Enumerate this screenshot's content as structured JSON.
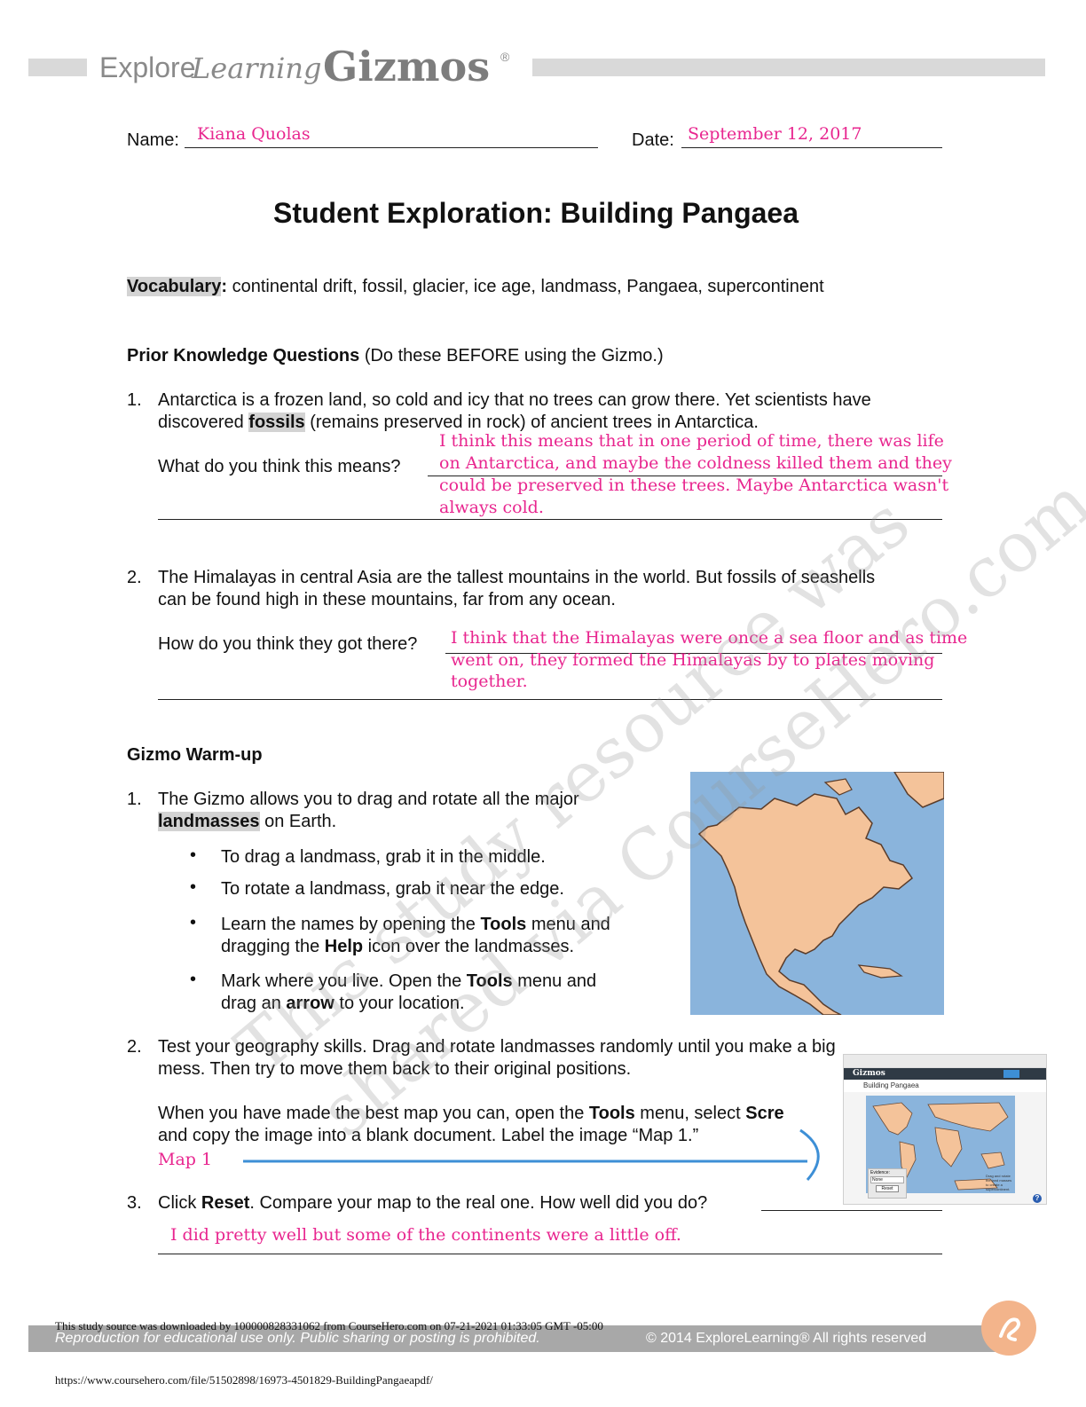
{
  "header": {
    "brand_prefix": "Explore",
    "brand_learning": "Learning",
    "brand_product": "Gizmos",
    "registered": "®"
  },
  "form": {
    "name_label": "Name:",
    "name_value": "Kiana Quolas",
    "date_label": "Date:",
    "date_value": "September 12, 2017"
  },
  "title": "Student Exploration: Building Pangaea",
  "vocabulary": {
    "label": "Vocabulary",
    "colon": ":",
    "terms": " continental drift, fossil, glacier, ice age, landmass, Pangaea, supercontinent"
  },
  "prior": {
    "heading": "Prior Knowledge Questions",
    "note": " (Do these BEFORE using the Gizmo.)",
    "q1": {
      "num": "1.",
      "text_a": "Antarctica is a frozen land, so cold and icy that no trees can grow there. Yet scientists have",
      "text_b1": "discovered ",
      "text_b_bold": "fossils",
      "text_b2": " (remains preserved in rock) of ancient trees in Antarctica.",
      "prompt": "What do you think this means?",
      "answer": [
        "I think this means that in one period of time, there was life",
        "on Antarctica, and maybe the coldness killed them and they",
        "could be preserved in these trees. Maybe Antarctica wasn't",
        "always cold."
      ]
    },
    "q2": {
      "num": "2.",
      "text_a": "The Himalayas in central Asia are the tallest mountains in the world. But fossils of seashells",
      "text_b": "can be found high in these mountains, far from any ocean.",
      "prompt": "How do you think they got there?",
      "answer": [
        "I think that the Himalayas were once a sea floor and as time",
        "went on, they formed the Himalayas by to plates moving",
        "together."
      ]
    }
  },
  "warmup": {
    "heading": "Gizmo Warm-up",
    "q1": {
      "num": "1.",
      "text_a": "The Gizmo allows you to drag and rotate all the major",
      "text_b_bold": "landmasses",
      "text_b2": " on Earth.",
      "bullets": [
        {
          "a": "To drag a landmass, grab it in the middle."
        },
        {
          "a": "To rotate a landmass, grab it near the edge."
        },
        {
          "a": "Learn the names by opening the ",
          "b": "Tools",
          "c": " menu and",
          "d": "dragging the ",
          "e": "Help",
          "f": " icon over the landmasses."
        },
        {
          "a": "Mark where you live. Open the ",
          "b": "Tools",
          "c": " menu and",
          "d": "drag an ",
          "e": "arrow",
          "f": " to your location."
        }
      ],
      "bullet_glyph": "•"
    },
    "q2": {
      "num": "2.",
      "text_a": "Test your geography skills. Drag and rotate landmasses randomly until you make a big",
      "text_b": "mess. Then try to move them back to their original positions.",
      "text_c1": "When you have made the best map you can, open the ",
      "text_c_bold": "Tools",
      "text_c2": " menu, select ",
      "text_c_bold2": "Scre",
      "text_d": "and copy the image into a blank document. Label the image “Map 1.”",
      "map_label": "Map 1"
    },
    "q3": {
      "num": "3.",
      "text_a1": "Click ",
      "text_a_bold": "Reset",
      "text_a2": ". Compare your map to the real one. How well did you do?",
      "answer": "I did pretty well but some of the continents were a little off."
    }
  },
  "screenshot": {
    "app_name": "Gizmos",
    "page_title": "Building Pangaea",
    "evidence_label": "Evidence:",
    "evidence_value": "None",
    "reset_label": "Reset",
    "hint": "Drag and rotate the land masses to create a supercontinent."
  },
  "watermark": {
    "line1": "This study resource was",
    "line2": "shared via CourseHero.com"
  },
  "footer": {
    "download_note": "This study source was downloaded by 100000828331062 from CourseHero.com on 07-21-2021 01:33:05 GMT -05:00",
    "reproduction": "Reproduction for educational use only. Public sharing or posting is prohibited.",
    "copyright": "© 2014 ExploreLearning® All rights reserved",
    "url": "https://www.coursehero.com/file/51502898/16973-4501829-BuildingPangaeapdf/"
  },
  "colors": {
    "handwriting": "#e8268f",
    "ocean": "#8ab4dc",
    "land": "#f4c39a",
    "arrow": "#3d8fd6"
  }
}
